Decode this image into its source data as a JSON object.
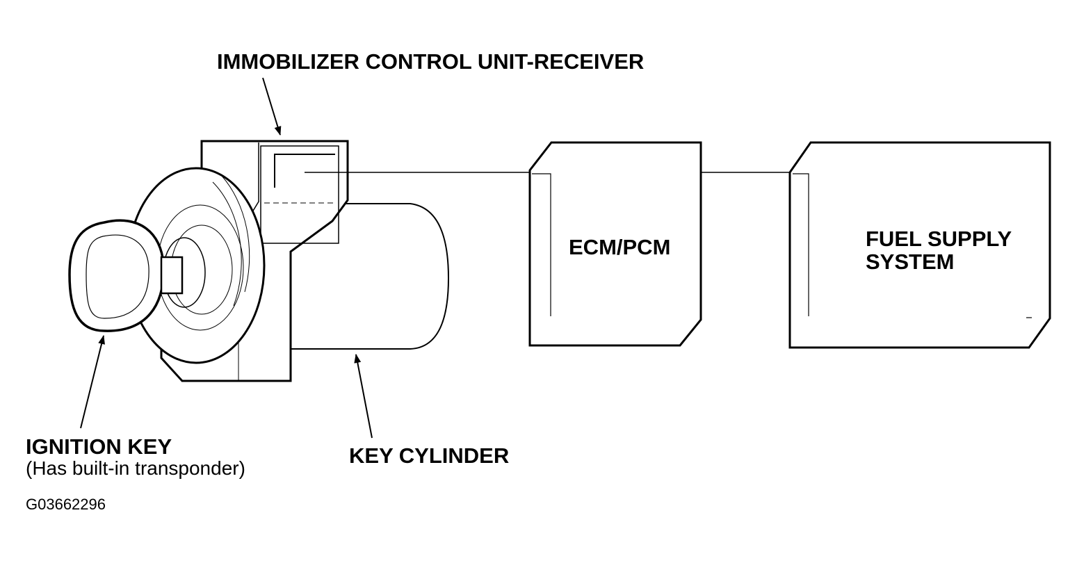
{
  "labels": {
    "immobilizer": "IMMOBILIZER CONTROL UNIT-RECEIVER",
    "ignition_key": "IGNITION KEY",
    "ignition_key_note": "(Has built-in transponder)",
    "key_cylinder": "KEY CYLINDER",
    "ecm_pcm": "ECM/PCM",
    "fuel_supply_line1": "FUEL SUPPLY",
    "fuel_supply_line2": "SYSTEM",
    "figure_id": "G03662296"
  },
  "colors": {
    "ink": "#000000",
    "paper": "#ffffff"
  }
}
